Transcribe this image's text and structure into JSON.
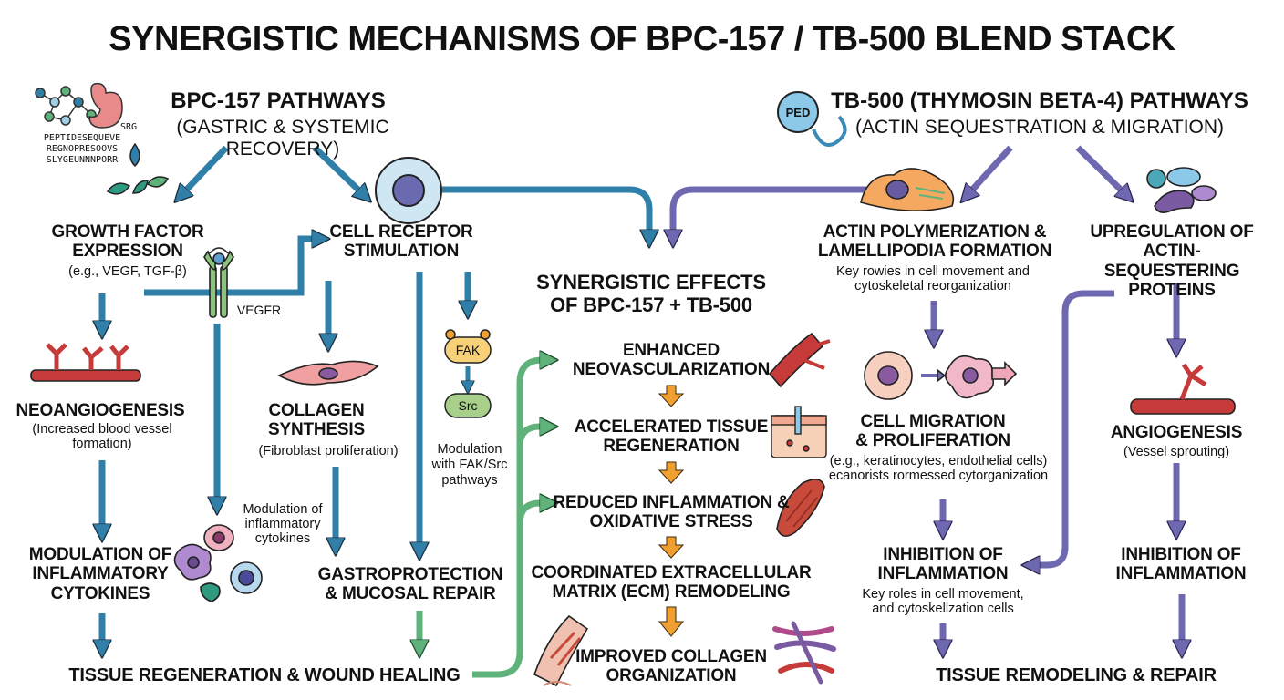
{
  "title": "SYNERGISTIC MECHANISMS OF BPC-157 / TB-500 BLEND STACK",
  "bpc": {
    "header": "BPC-157 PATHWAYS",
    "subheader": "(GASTRIC & SYSTEMIC RECOVERY)",
    "seq_icon_lines": [
      "SRG",
      "PEPTIDESEQUEVE",
      "REGNOPRESOOVS",
      "SLYGEUNNNPORR"
    ],
    "growth_factor": {
      "title": "GROWTH FACTOR EXPRESSION",
      "detail": "(e.g., VEGF, TGF-β)"
    },
    "vegfr_label": "VEGFR",
    "cell_receptor": {
      "title": "CELL RECEPTOR STIMULATION"
    },
    "neoangiogenesis": {
      "title": "NEOANGIOGENESIS",
      "detail": "(Increased blood vessel formation)"
    },
    "collagen": {
      "title": "COLLAGEN SYNTHESIS",
      "detail": "(Fibroblast proliferation)"
    },
    "fak_label": "FAK",
    "src_label": "Src",
    "fak_src_note": "Modulation with FAK/Src pathways",
    "cytokine_note": "Modulation of inflammatory cytokines",
    "modulation": {
      "title": "MODULATION OF INFLAMMATORY CYTOKINES"
    },
    "gastro": {
      "title": "GASTROPROTECTION & MUCOSAL REPAIR"
    },
    "outcome": "TISSUE REGENERATION & WOUND HEALING"
  },
  "synergy": {
    "header": "SYNERGISTIC EFFECTS OF BPC-157 + TB-500",
    "effects": [
      "ENHANCED NEOVASCULARIZATION",
      "ACCELERATED TISSUE REGENERATION",
      "REDUCED INFLAMMATION & OXIDATIVE STRESS",
      "COORDINATED EXTRACELLULAR MATRIX (ECM) REMODELING",
      "IMPROVED COLLAGEN ORGANIZATION"
    ]
  },
  "tb": {
    "header": "TB-500 (THYMOSIN BETA-4) PATHWAYS",
    "subheader": "(ACTIN SEQUESTRATION & MIGRATION)",
    "ped_label": "PED",
    "actin": {
      "title": "ACTIN POLYMERIZATION & LAMELLIPODIA FORMATION",
      "detail": "Key rowies in cell movement and cytoskeletal reorganization"
    },
    "upregulation": {
      "title": "UPREGULATION OF ACTIN-SEQUESTERING PROTEINS"
    },
    "migration": {
      "title": "CELL MIGRATION & PROLIFERATION",
      "detail": "(e.g., keratinocytes, endothelial cells) ecanorists rormessed cytorganization"
    },
    "angiogenesis": {
      "title": "ANGIOGENESIS",
      "detail": "(Vessel sprouting)"
    },
    "inhibition_left": {
      "title": "INHIBITION OF INFLAMMATION",
      "detail": "Key roles in cell movement, and cytoskellzation cells"
    },
    "inhibition_right": {
      "title": "INHIBITION OF INFLAMMATION"
    },
    "outcome": "TISSUE REMODELING & REPAIR"
  },
  "colors": {
    "bpc": "#2f7fa8",
    "tb": "#6e68b0",
    "synergy": "#5fb37a",
    "effect_arrow": "#f0a030"
  }
}
